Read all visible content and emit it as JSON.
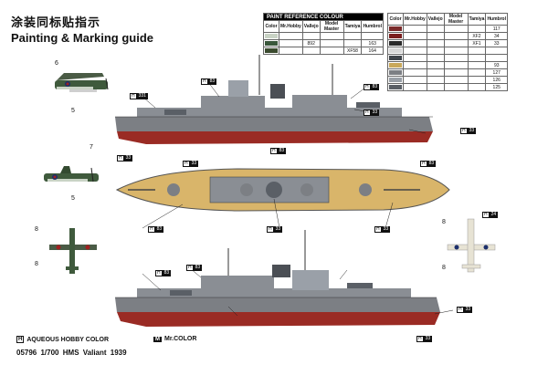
{
  "header": {
    "title_cn": "涂装同标贴指示",
    "title_en": "Painting & Marking guide"
  },
  "paint_ref": {
    "title": "PAINT REFERENCE COLOUR",
    "columns": [
      "Color",
      "Mr.Hobby",
      "Vallejo",
      "Model Master",
      "Tamiya",
      "Humbrol"
    ],
    "rows": [
      {
        "swatch": "#c9d3c5",
        "hobby": "",
        "vallejo": "",
        "mm": "",
        "tamiya": "",
        "humbrol": ""
      },
      {
        "swatch": "#39573b",
        "hobby": "",
        "vallejo": "892",
        "mm": "",
        "tamiya": "",
        "humbrol": "163"
      },
      {
        "swatch": "#3a4a2e",
        "hobby": "",
        "vallejo": "",
        "mm": "",
        "tamiya": "XF58",
        "humbrol": "164"
      }
    ]
  },
  "color_table": {
    "columns": [
      "Color",
      "Mr.Hobby",
      "Vallejo",
      "Model Master",
      "Tamiya",
      "Humbrol"
    ],
    "rows": [
      {
        "swatch": "#7a2a2a",
        "hobby": "",
        "vallejo": "",
        "mm": "",
        "tamiya": "",
        "humbrol": "117"
      },
      {
        "swatch": "#7b1e1e",
        "hobby": "",
        "vallejo": "",
        "mm": "",
        "tamiya": "XF2",
        "humbrol": "34"
      },
      {
        "swatch": "#2a2a2a",
        "hobby": "",
        "vallejo": "",
        "mm": "",
        "tamiya": "XF1",
        "humbrol": "33"
      },
      {
        "swatch": "#d7d7d7",
        "hobby": "",
        "vallejo": "",
        "mm": "",
        "tamiya": "",
        "humbrol": ""
      },
      {
        "swatch": "#3f444a",
        "hobby": "",
        "vallejo": "",
        "mm": "",
        "tamiya": "",
        "humbrol": ""
      },
      {
        "swatch": "#c9a85a",
        "hobby": "",
        "vallejo": "",
        "mm": "",
        "tamiya": "",
        "humbrol": "93"
      },
      {
        "swatch": "#7c7f84",
        "hobby": "",
        "vallejo": "",
        "mm": "",
        "tamiya": "",
        "humbrol": "127"
      },
      {
        "swatch": "#9aa0a8",
        "hobby": "",
        "vallejo": "",
        "mm": "",
        "tamiya": "",
        "humbrol": "126"
      },
      {
        "swatch": "#5a5f66",
        "hobby": "",
        "vallejo": "",
        "mm": "",
        "tamiya": "",
        "humbrol": "125"
      }
    ]
  },
  "callouts": [
    {
      "h": "H",
      "n": "331"
    },
    {
      "h": "H",
      "n": "83"
    },
    {
      "h": "H",
      "n": "83"
    },
    {
      "h": "H",
      "n": "33"
    },
    {
      "h": "H",
      "n": "33"
    },
    {
      "h": "H",
      "n": "33"
    },
    {
      "h": "H",
      "n": "83"
    },
    {
      "h": "H",
      "n": "33"
    },
    {
      "h": "H",
      "n": "83"
    },
    {
      "h": "H",
      "n": "83"
    },
    {
      "h": "H",
      "n": "33"
    },
    {
      "h": "H",
      "n": "33"
    },
    {
      "h": "H",
      "n": "83"
    },
    {
      "h": "H",
      "n": "83"
    },
    {
      "h": "H",
      "n": "24"
    },
    {
      "h": "H",
      "n": "33"
    },
    {
      "h": "H",
      "n": "33"
    }
  ],
  "aircraft_labels": [
    "6",
    "5",
    "7",
    "5",
    "8",
    "8",
    "8",
    "8"
  ],
  "legend": {
    "hobby_symbol": "H",
    "hobby_label": "AQUEOUS HOBBY COLOR",
    "mr_symbol": "M",
    "mr_label": "Mr.COLOR"
  },
  "footer": {
    "code": "05796",
    "scale": "1/700",
    "model": "HMS Valiant 1939"
  },
  "colors": {
    "hull_gray": "#7c7f84",
    "hull_red": "#9a2b24",
    "deck_wood": "#d9b56a",
    "dark_gray": "#4b4f55",
    "sea_green": "#3f5a3c"
  }
}
